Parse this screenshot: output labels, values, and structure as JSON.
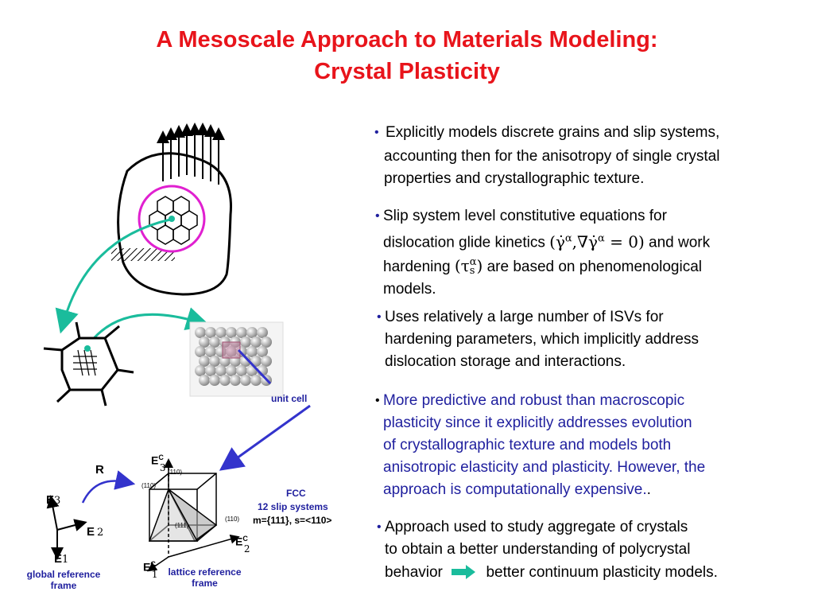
{
  "title": {
    "line1": "A Mesoscale Approach to Materials Modeling:",
    "line2": "Crystal Plasticity"
  },
  "bullets": [
    {
      "lines": [
        "Explicitly models discrete grains and slip systems,",
        "accounting then for the anisotropy of single crystal",
        "properties and crystallographic texture."
      ]
    },
    {
      "line1": "Slip system level constitutive equations for",
      "line2_pre": "dislocation glide kinetics",
      "eq1_a": "γ̇",
      "eq1_sup_a": "α",
      "eq1_b": ",∇γ̇",
      "eq1_sup_b": "α",
      "eq1_c": " = 0",
      "line2_post": "and work",
      "line3_pre": "hardening",
      "eq2_a": "τ",
      "eq2_sup": "α",
      "eq2_sub": "s",
      "line3_post": "are based on phenomenological",
      "line4": "models."
    },
    {
      "lines": [
        "Uses relatively a large number of ISVs for",
        "hardening parameters, which implicitly address",
        "dislocation storage and interactions."
      ]
    },
    {
      "lines": [
        "More predictive and robust than macroscopic",
        "plasticity since it explicitly addresses evolution",
        "of crystallographic texture and models both",
        "anisotropic elasticity and plasticity. However, the",
        "approach is computationally expensive."
      ],
      "end": "."
    },
    {
      "line1": "Approach used to study aggregate of crystals",
      "line2": "to obtain a better understanding of polycrystal",
      "line3_pre": "behavior",
      "line3_post": "better continuum plasticity models."
    }
  ],
  "labels": {
    "unit_cell": "unit cell",
    "fcc": "FCC",
    "slip_systems": "12 slip systems",
    "miller": "m={111}, s=<110>",
    "R": "R",
    "global_ref": [
      "global reference",
      "frame"
    ],
    "lattice_ref": [
      "lattice reference",
      "frame"
    ],
    "E": "E",
    "C": "C",
    "n1": "1",
    "n2": "2",
    "n3": "3",
    "m110_top": "(110)",
    "m110_left": "(110)",
    "m110_right": "(110)",
    "m111": "(111)"
  },
  "colors": {
    "title": "#e8141b",
    "blue_text": "#1f1f9e",
    "teal_arrow": "#1abc9c",
    "magenta_circle": "#e020d0",
    "blue_arrow": "#3333cc"
  }
}
